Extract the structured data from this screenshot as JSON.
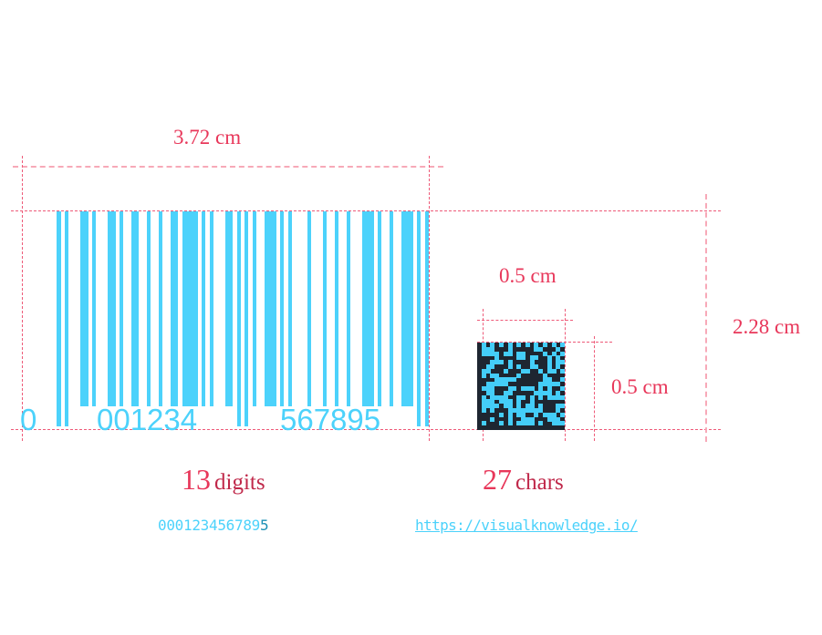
{
  "barcode": {
    "type": "EAN-13",
    "width_label": "3.72 cm",
    "height_label": "2.28 cm",
    "human_readable": {
      "first": "0",
      "left_group": "001234",
      "right_group": "567895"
    },
    "stat": {
      "count": "13",
      "unit": "digits"
    },
    "code_value": "000123456789",
    "check_digit": "5",
    "bar_color": "#4cd2fb",
    "bars": [
      [
        62,
        5,
        "g"
      ],
      [
        71,
        4,
        "g"
      ],
      [
        88,
        9
      ],
      [
        101,
        4
      ],
      [
        118,
        9
      ],
      [
        131,
        4
      ],
      [
        144,
        8
      ],
      [
        161,
        4
      ],
      [
        174,
        4
      ],
      [
        187,
        8
      ],
      [
        190,
        5
      ],
      [
        200,
        17
      ],
      [
        221,
        4
      ],
      [
        230,
        4
      ],
      [
        247,
        8
      ],
      [
        260,
        4,
        "g"
      ],
      [
        268,
        4,
        "g"
      ],
      [
        277,
        4
      ],
      [
        290,
        13
      ],
      [
        307,
        4
      ],
      [
        316,
        4
      ],
      [
        337,
        4
      ],
      [
        354,
        4
      ],
      [
        367,
        4
      ],
      [
        380,
        4
      ],
      [
        397,
        13
      ],
      [
        414,
        4
      ],
      [
        427,
        4
      ],
      [
        440,
        13
      ],
      [
        457,
        4,
        "g"
      ],
      [
        466,
        4,
        "g"
      ]
    ]
  },
  "datamatrix": {
    "width_label": "0.5 cm",
    "height_label": "0.5 cm",
    "stat": {
      "count": "27",
      "unit": "chars"
    },
    "encoded_url": "https://visualknowledge.io/",
    "background_color": "#1e2631",
    "module_color": "#44cdf8"
  },
  "colors": {
    "dimension_text": "#e8375a",
    "dimension_line": "#ee5a78",
    "stat_word": "#c0284a"
  }
}
